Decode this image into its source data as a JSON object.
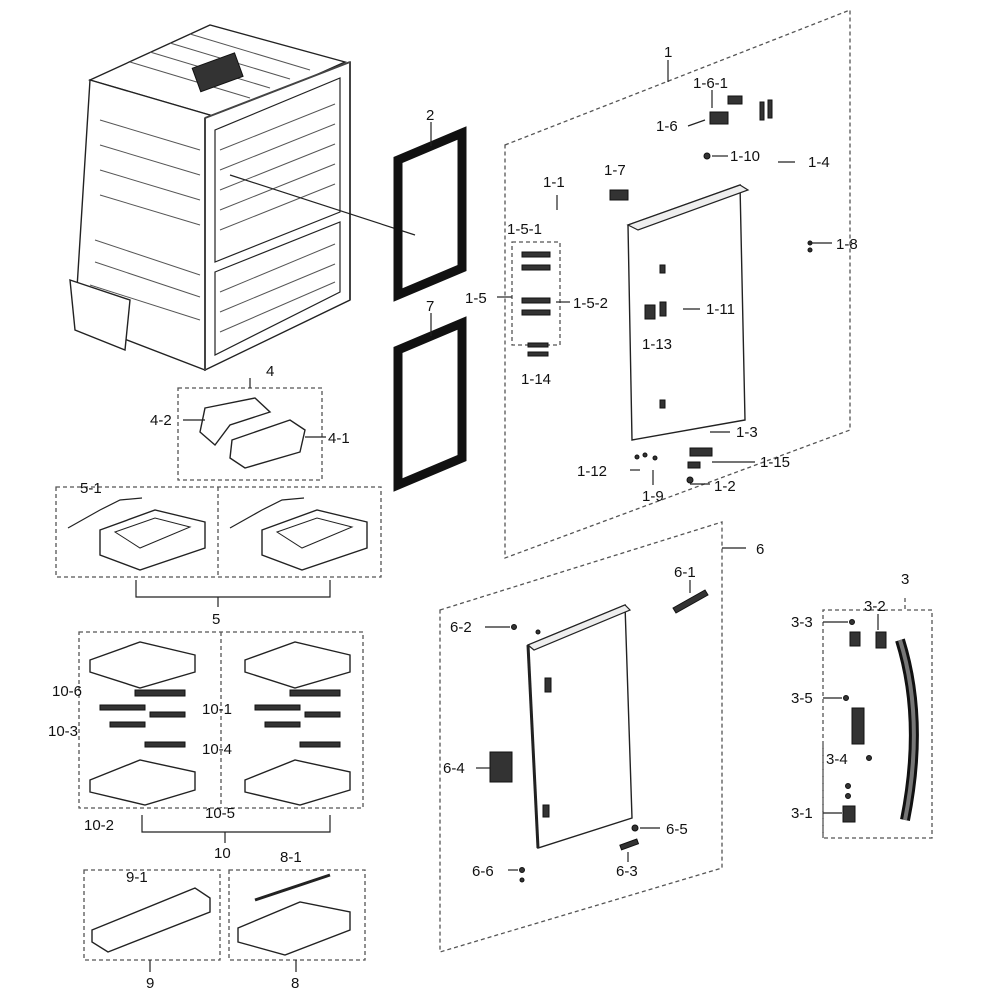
{
  "labels": {
    "l1": "1",
    "l1_1": "1-1",
    "l1_2": "1-2",
    "l1_3": "1-3",
    "l1_4": "1-4",
    "l1_5": "1-5",
    "l1_5_1": "1-5-1",
    "l1_5_2": "1-5-2",
    "l1_6": "1-6",
    "l1_6_1": "1-6-1",
    "l1_7": "1-7",
    "l1_8": "1-8",
    "l1_9": "1-9",
    "l1_10": "1-10",
    "l1_11": "1-11",
    "l1_12": "1-12",
    "l1_13": "1-13",
    "l1_14": "1-14",
    "l1_15": "1-15",
    "l2": "2",
    "l3": "3",
    "l3_1": "3-1",
    "l3_2": "3-2",
    "l3_3": "3-3",
    "l3_4": "3-4",
    "l3_5": "3-5",
    "l4": "4",
    "l4_1": "4-1",
    "l4_2": "4-2",
    "l5": "5",
    "l5_1": "5-1",
    "l6": "6",
    "l6_1": "6-1",
    "l6_2": "6-2",
    "l6_3": "6-3",
    "l6_4": "6-4",
    "l6_5": "6-5",
    "l6_6": "6-6",
    "l7": "7",
    "l8": "8",
    "l8_1": "8-1",
    "l9": "9",
    "l9_1": "9-1",
    "l10": "10",
    "l10_1": "10-1",
    "l10_2": "10-2",
    "l10_3": "10-3",
    "l10_4": "10-4",
    "l10_5": "10-5",
    "l10_6": "10-6"
  }
}
